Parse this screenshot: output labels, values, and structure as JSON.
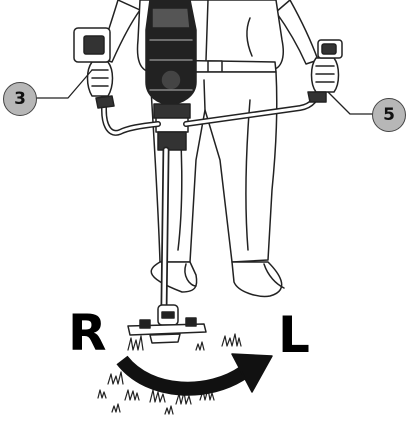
{
  "callouts": {
    "left": {
      "number": "3"
    },
    "right": {
      "number": "5"
    }
  },
  "directions": {
    "start": "R",
    "end": "L"
  },
  "colors": {
    "callout_fill": "#b7b7b7",
    "ink": "#000000",
    "arrow": "#111111"
  }
}
